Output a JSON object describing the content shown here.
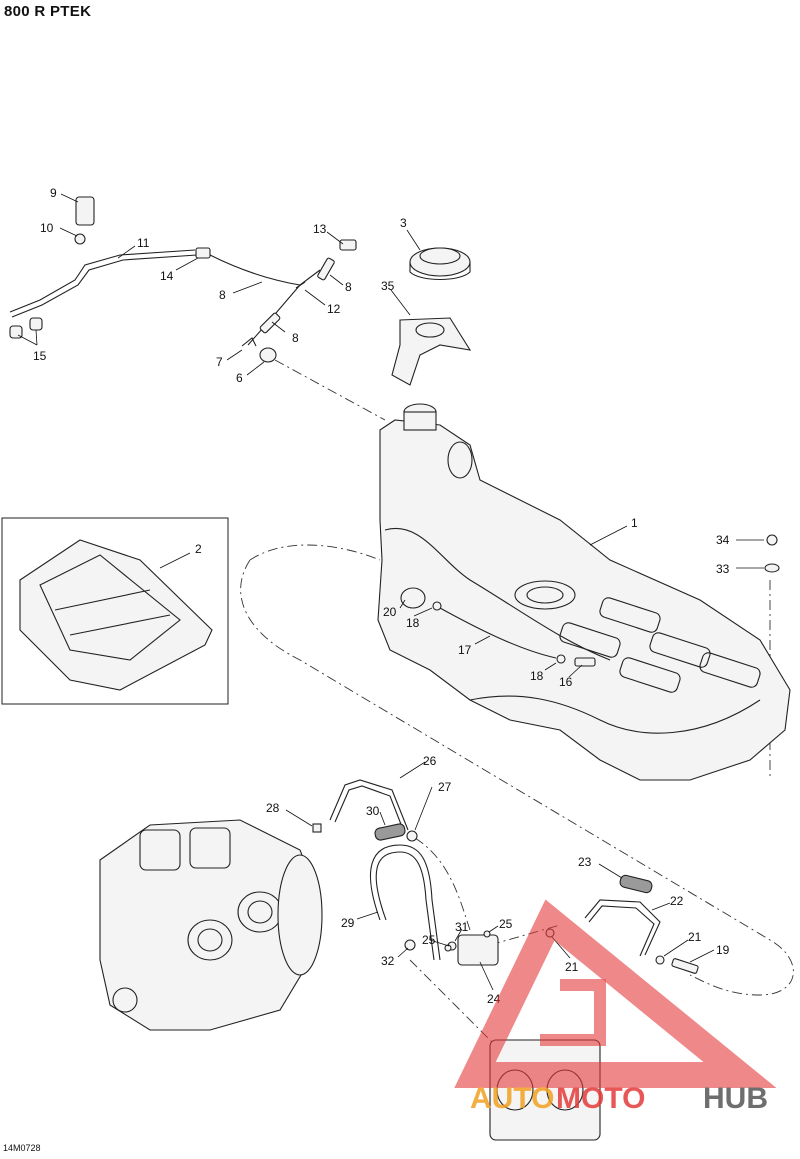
{
  "header": {
    "title": "800 R PTEK"
  },
  "footer": {
    "doc_id": "14M0728"
  },
  "watermark": {
    "part1": "AUTO",
    "part2": "MOTO",
    "part3": "HUB",
    "color_orange": "#f2a020",
    "color_red": "#e53a3a",
    "color_gray": "#555555"
  },
  "callouts": {
    "c1": "1",
    "c2": "2",
    "c3": "3",
    "c6": "6",
    "c7": "7",
    "c8a": "8",
    "c8b": "8",
    "c8c": "8",
    "c9": "9",
    "c10": "10",
    "c11": "11",
    "c12": "12",
    "c13": "13",
    "c14": "14",
    "c15": "15",
    "c16": "16",
    "c17": "17",
    "c18a": "18",
    "c18b": "18",
    "c19": "19",
    "c20": "20",
    "c21a": "21",
    "c21b": "21",
    "c22": "22",
    "c23": "23",
    "c24": "24",
    "c25a": "25",
    "c25b": "25",
    "c26": "26",
    "c27": "27",
    "c28": "28",
    "c29": "29",
    "c30": "30",
    "c31": "31",
    "c32": "32",
    "c33": "33",
    "c34": "34",
    "c35": "35"
  }
}
